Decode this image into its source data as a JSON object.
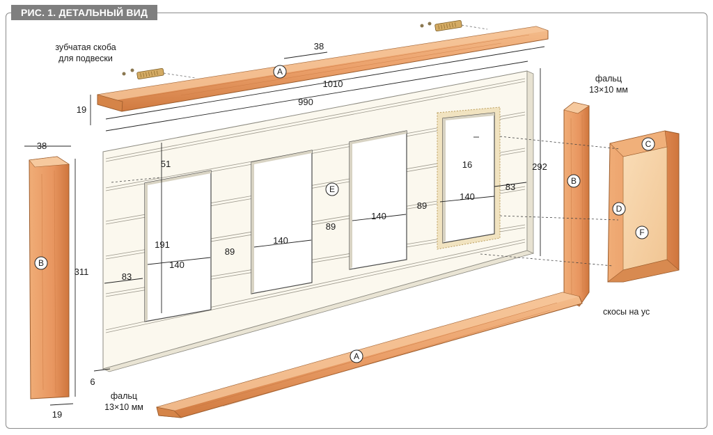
{
  "figure_title": "РИС. 1. ДЕТАЛЬНЫЙ ВИД",
  "colors": {
    "wood_light": "#f2b47e",
    "wood_mid": "#e8955a",
    "wood_dark": "#c86c35",
    "panel": "#fbf8ee",
    "panel_edge": "#d9d4c2",
    "veneer": "#f7d6ae",
    "bracket": "#c9a25a",
    "frame": "#8a8a8a"
  },
  "part_labels": {
    "a_top": "A",
    "a_bottom": "A",
    "b_left": "B",
    "b_right": "B",
    "c": "C",
    "d": "D",
    "e": "E",
    "f": "F"
  },
  "callouts": {
    "bracket": [
      "зубчатая скоба",
      "для подвески"
    ],
    "rabbet_right": [
      "фальц",
      "13×10 мм"
    ],
    "rabbet_bottom": [
      "фальц",
      "13×10 мм"
    ],
    "miter": "скосы на ус"
  },
  "dimensions": {
    "top_width": "38",
    "overall_length": "1010",
    "panel_length": "990",
    "rail_height": "19",
    "stile_width": "38",
    "stile_height": "311",
    "stile_thickness": "19",
    "top_margin": "51",
    "opening_height": "191",
    "window_width_1": "140",
    "window_width_2": "140",
    "window_width_3": "140",
    "window_width_4": "140",
    "gap_1": "89",
    "gap_2": "89",
    "gap_3": "89",
    "side_margin_left": "83",
    "side_margin_right": "83",
    "panel_height": "292",
    "corner_offset": "16",
    "panel_thickness": "6"
  }
}
